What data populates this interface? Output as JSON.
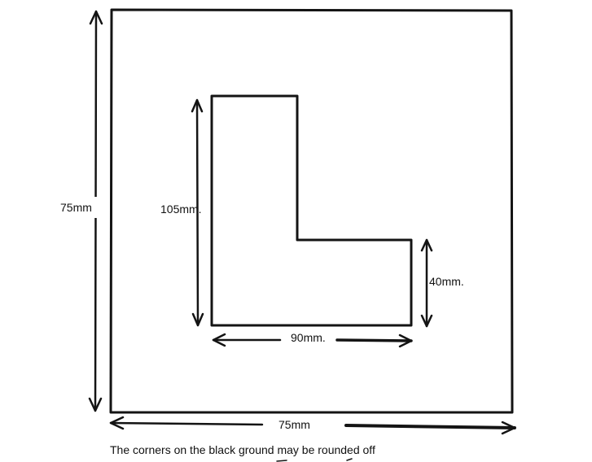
{
  "labels": {
    "outer_height": "75mm",
    "outer_width": "75mm",
    "l_height": "105mm.",
    "l_width": "90mm.",
    "l_foot_height": "40mm."
  },
  "caption": "The corners on the black ground may be rounded  off",
  "colors": {
    "ink": "#141414",
    "background": "#ffffff"
  }
}
